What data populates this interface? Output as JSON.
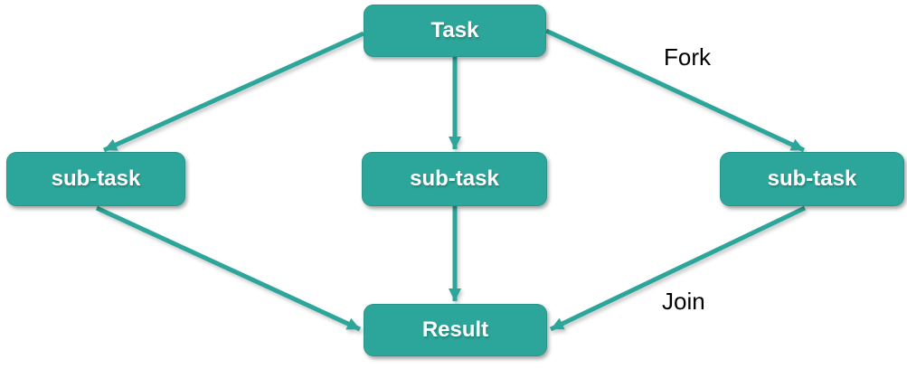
{
  "diagram": {
    "colors": {
      "accent": "#2CA69A",
      "node_text": "#FFFFFF",
      "edge_label_text": "#000000",
      "background": "#FFFFFF"
    },
    "nodes": {
      "task": {
        "label": "Task"
      },
      "subtask_left": {
        "label": "sub-task"
      },
      "subtask_center": {
        "label": "sub-task"
      },
      "subtask_right": {
        "label": "sub-task"
      },
      "result": {
        "label": "Result"
      }
    },
    "edge_labels": {
      "fork": "Fork",
      "join": "Join"
    },
    "edges": [
      {
        "from": "task",
        "to": "subtask_left"
      },
      {
        "from": "task",
        "to": "subtask_center"
      },
      {
        "from": "task",
        "to": "subtask_right",
        "label": "Fork"
      },
      {
        "from": "subtask_left",
        "to": "result"
      },
      {
        "from": "subtask_center",
        "to": "result"
      },
      {
        "from": "subtask_right",
        "to": "result",
        "label": "Join"
      }
    ]
  }
}
